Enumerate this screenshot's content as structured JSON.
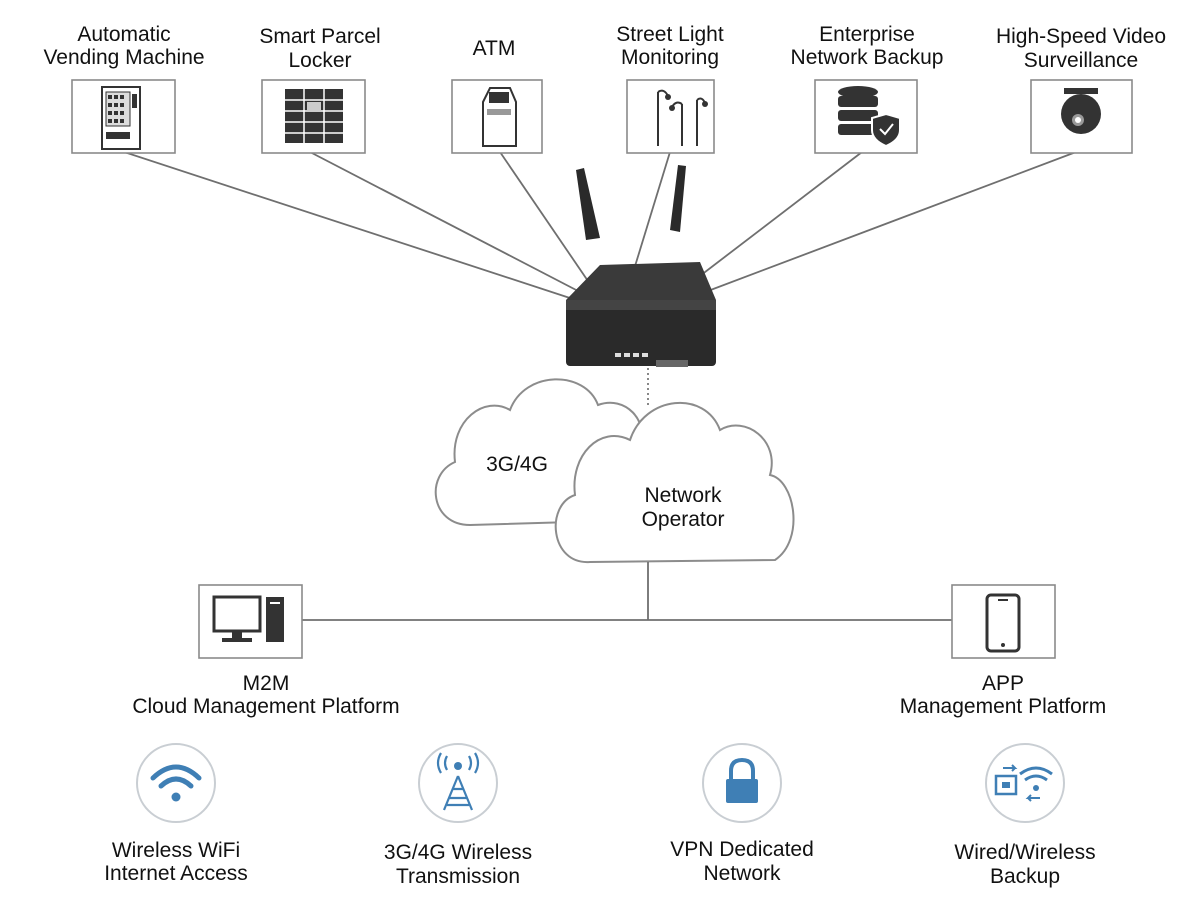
{
  "devices": [
    {
      "line1": "Automatic",
      "line2": "Vending Machine",
      "icon": "vending-machine-icon"
    },
    {
      "line1": "Smart Parcel",
      "line2": "Locker",
      "icon": "parcel-locker-icon"
    },
    {
      "line1": "ATM",
      "line2": "",
      "icon": "atm-icon"
    },
    {
      "line1": "Street Light",
      "line2": "Monitoring",
      "icon": "street-light-icon"
    },
    {
      "line1": "Enterprise",
      "line2": "Network Backup",
      "icon": "database-shield-icon"
    },
    {
      "line1": "High-Speed Video",
      "line2": "Surveillance",
      "icon": "dome-camera-icon"
    }
  ],
  "clouds": {
    "back": "3G/4G",
    "front_line1": "Network",
    "front_line2": "Operator"
  },
  "platforms": {
    "left": {
      "line1": "M2M",
      "line2": "Cloud Management Platform",
      "icon": "computer-icon"
    },
    "right": {
      "line1": "APP",
      "line2": "Management Platform",
      "icon": "smartphone-icon"
    }
  },
  "features": [
    {
      "line1": "Wireless WiFi",
      "line2": "Internet Access",
      "icon": "wifi-icon"
    },
    {
      "line1": "3G/4G Wireless",
      "line2": "Transmission",
      "icon": "antenna-tower-icon"
    },
    {
      "line1": "VPN Dedicated",
      "line2": "Network",
      "icon": "lock-icon"
    },
    {
      "line1": "Wired/Wireless",
      "line2": "Backup",
      "icon": "wired-wireless-icon"
    }
  ],
  "colors": {
    "accent": "#3f7fb5",
    "router": "#2a2a2a"
  }
}
